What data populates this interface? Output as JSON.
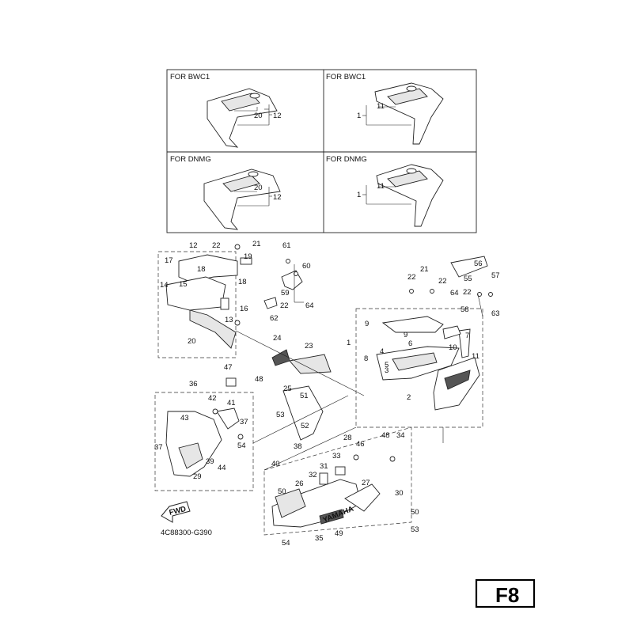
{
  "top_boxes": [
    {
      "header": "FOR BWC1",
      "labels": [
        "20",
        "12"
      ]
    },
    {
      "header": "FOR BWC1",
      "labels": [
        "11",
        "1"
      ]
    },
    {
      "header": "FOR DNMG",
      "labels": [
        "20",
        "12"
      ]
    },
    {
      "header": "FOR DNMG",
      "labels": [
        "11",
        "1"
      ]
    }
  ],
  "callouts": [
    "12",
    "22",
    "21",
    "61",
    "17",
    "19",
    "60",
    "14",
    "15",
    "18",
    "18",
    "59",
    "22",
    "64",
    "16",
    "13",
    "62",
    "20",
    "21",
    "56",
    "22",
    "22",
    "55",
    "57",
    "64",
    "22",
    "58",
    "63",
    "9",
    "9",
    "1",
    "7",
    "10",
    "6",
    "5",
    "4",
    "8",
    "3",
    "11",
    "24",
    "23",
    "2",
    "47",
    "48",
    "25",
    "51",
    "36",
    "42",
    "41",
    "43",
    "53",
    "37",
    "52",
    "37",
    "54",
    "38",
    "39",
    "44",
    "40",
    "29",
    "28",
    "46",
    "48",
    "34",
    "33",
    "31",
    "32",
    "27",
    "26",
    "30",
    "50",
    "50",
    "53",
    "54",
    "35",
    "49"
  ],
  "fwd_label": "FWD",
  "brand_label": "YAMAHA",
  "drawing_code": "4C88300-G390",
  "page_code": "F8"
}
